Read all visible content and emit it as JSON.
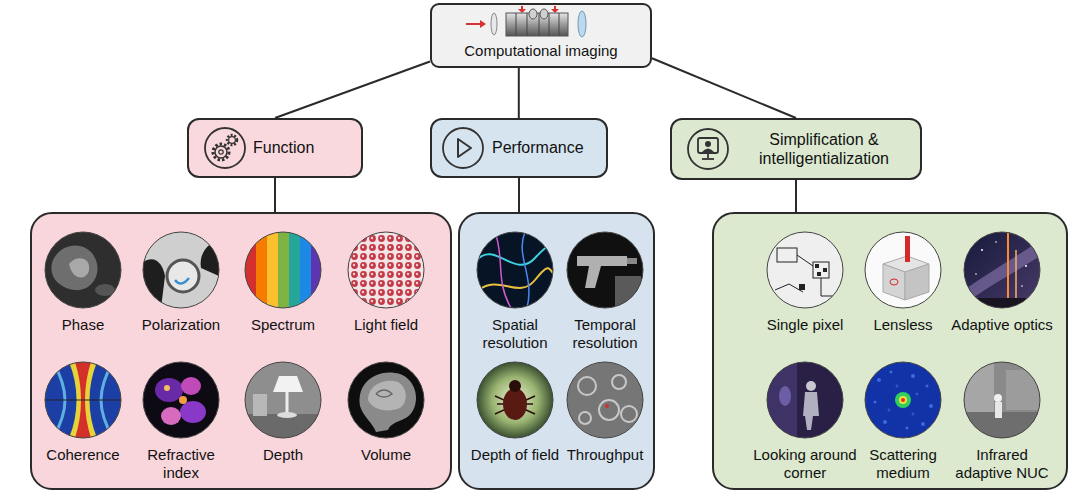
{
  "diagram": {
    "nodes": [
      {
        "text": [
          "Computational imaging"
        ]
      },
      {
        "text": [
          "Function"
        ]
      },
      {
        "text": [
          "Performance"
        ]
      },
      {
        "text": [
          "Simplification & intelligentialization"
        ]
      },
      {
        "text": [
          "Phase",
          "Polarization",
          "Spectrum",
          "Light field",
          "Coherence",
          "Refractive index",
          "Depth",
          "Volume"
        ]
      },
      {
        "text": [
          "Spatial resolution",
          "Temporal resolution",
          "Depth of field",
          "Throughput"
        ]
      },
      {
        "text": [
          "Single pixel",
          "Lensless",
          "Adaptive optics",
          "Looking around corner",
          "Scattering medium",
          "Infrared adaptive NUC"
        ]
      }
    ],
    "edges": [
      {
        "from": 0,
        "to": 1,
        "arrow": "none"
      },
      {
        "from": 0,
        "to": 2,
        "arrow": "none"
      },
      {
        "from": 0,
        "to": 3,
        "arrow": "none"
      },
      {
        "from": 1,
        "to": 4,
        "arrow": "none"
      },
      {
        "from": 2,
        "to": 5,
        "arrow": "none"
      },
      {
        "from": 3,
        "to": 6,
        "arrow": "none"
      }
    ]
  }
}
